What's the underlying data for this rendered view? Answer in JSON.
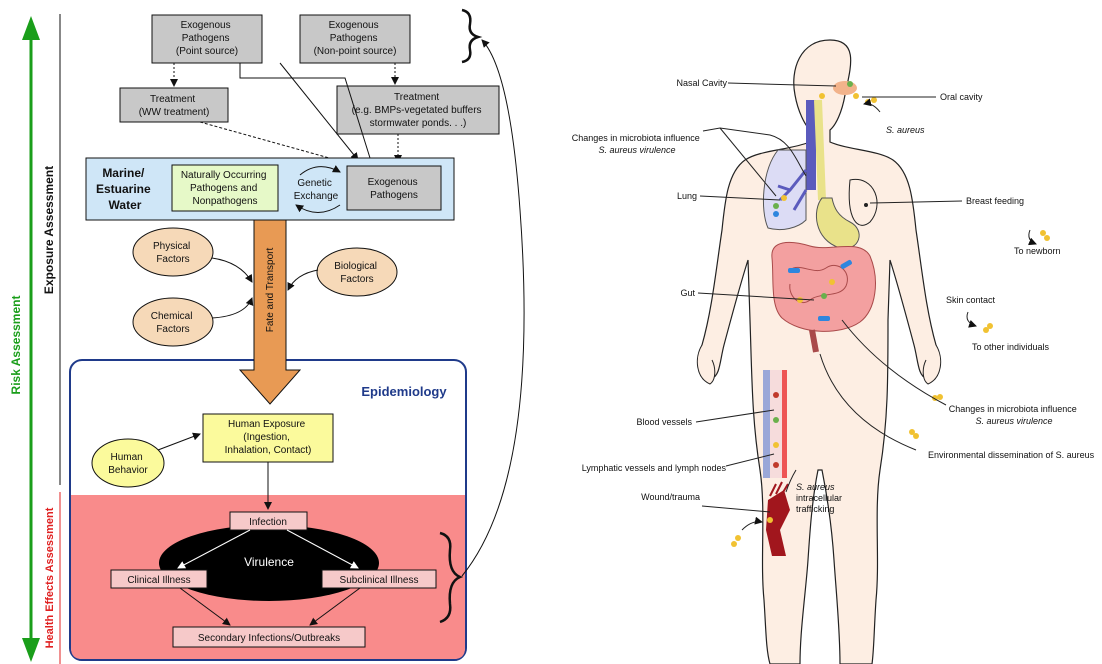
{
  "left": {
    "side_labels": {
      "risk": "Risk Assessment",
      "exposure": "Exposure Assessment",
      "health": "Health Effects Assessment"
    },
    "pathogens_point": [
      "Exogenous",
      "Pathogens",
      "(Point source)"
    ],
    "pathogens_nonpoint": [
      "Exogenous",
      "Pathogens",
      "(Non-point source)"
    ],
    "treatment_ww": [
      "Treatment",
      "(WW treatment)"
    ],
    "treatment_bmp": [
      "Treatment",
      "(e.g. BMPs-vegetated buffers",
      "stormwater ponds. . .)"
    ],
    "marine_water": [
      "Marine/",
      "Estuarine",
      "Water"
    ],
    "naturally_occurring": [
      "Naturally Occurring",
      "Pathogens and",
      "Nonpathogens"
    ],
    "genetic_exchange": [
      "Genetic",
      "Exchange"
    ],
    "exogenous_pathogens": [
      "Exogenous",
      "Pathogens"
    ],
    "physical_factors": [
      "Physical",
      "Factors"
    ],
    "biological_factors": [
      "Biological",
      "Factors"
    ],
    "chemical_factors": [
      "Chemical",
      "Factors"
    ],
    "fate_transport": "Fate and Transport",
    "epidemiology": "Epidemiology",
    "human_exposure": [
      "Human Exposure",
      "(Ingestion,",
      "Inhalation, Contact)"
    ],
    "human_behavior": [
      "Human",
      "Behavior"
    ],
    "infection": "Infection",
    "virulence": "Virulence",
    "clinical_illness": "Clinical Illness",
    "subclinical_illness": "Subclinical Illness",
    "secondary_infections": "Secondary Infections/Outbreaks"
  },
  "right": {
    "nasal_cavity": "Nasal Cavity",
    "oral_cavity": "Oral cavity",
    "s_aureus": "S. aureus",
    "changes_top": [
      "Changes in microbiota influence",
      "S. aureus virulence"
    ],
    "lung": "Lung",
    "breast_feeding": "Breast feeding",
    "to_newborn": "To newborn",
    "gut": "Gut",
    "skin_contact": "Skin contact",
    "to_other": "To other individuals",
    "changes_bottom": [
      "Changes in microbiota influence",
      "S. aureus virulence"
    ],
    "blood_vessels": "Blood vessels",
    "environmental": "Environmental dissemination of S. aureus",
    "lymphatic": "Lymphatic vessels and lymph nodes",
    "wound": "Wound/trauma",
    "trafficking": [
      "S. aureus",
      "intracellular",
      "trafficking"
    ]
  },
  "colors": {
    "green_arrow": "#1a9e1a",
    "health_red": "#e02020",
    "water_blue": "#cfe6f7",
    "natural_green": "#e6f9c8",
    "factor_tan": "#f6d9b8",
    "arrow_orange": "#e89a54",
    "human_yellow": "#fbfa9c",
    "health_pink": "#f98b8b",
    "box_gray": "#c8c8c8",
    "epi_navy": "#1f3a8a"
  }
}
